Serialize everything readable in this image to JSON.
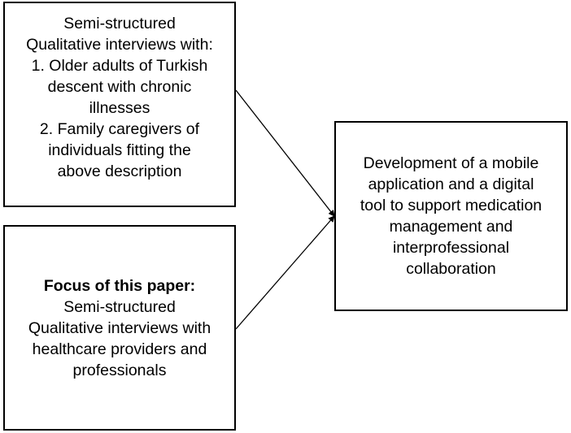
{
  "boxes": {
    "top": {
      "lines": [
        "Semi-structured",
        "Qualitative interviews with:",
        "1. Older adults of Turkish",
        "descent with chronic",
        "illnesses",
        "2. Family caregivers of",
        "individuals fitting the",
        "above description"
      ]
    },
    "bottom": {
      "heading": "Focus of this paper:",
      "lines": [
        "Semi-structured",
        "Qualitative interviews with",
        "healthcare providers and",
        "professionals"
      ]
    },
    "right": {
      "lines": [
        "Development of a mobile",
        "application and a digital",
        "tool to support medication",
        "management and",
        "interprofessional",
        "collaboration"
      ]
    }
  },
  "colors": {
    "stroke": "#000000",
    "background": "#ffffff"
  }
}
